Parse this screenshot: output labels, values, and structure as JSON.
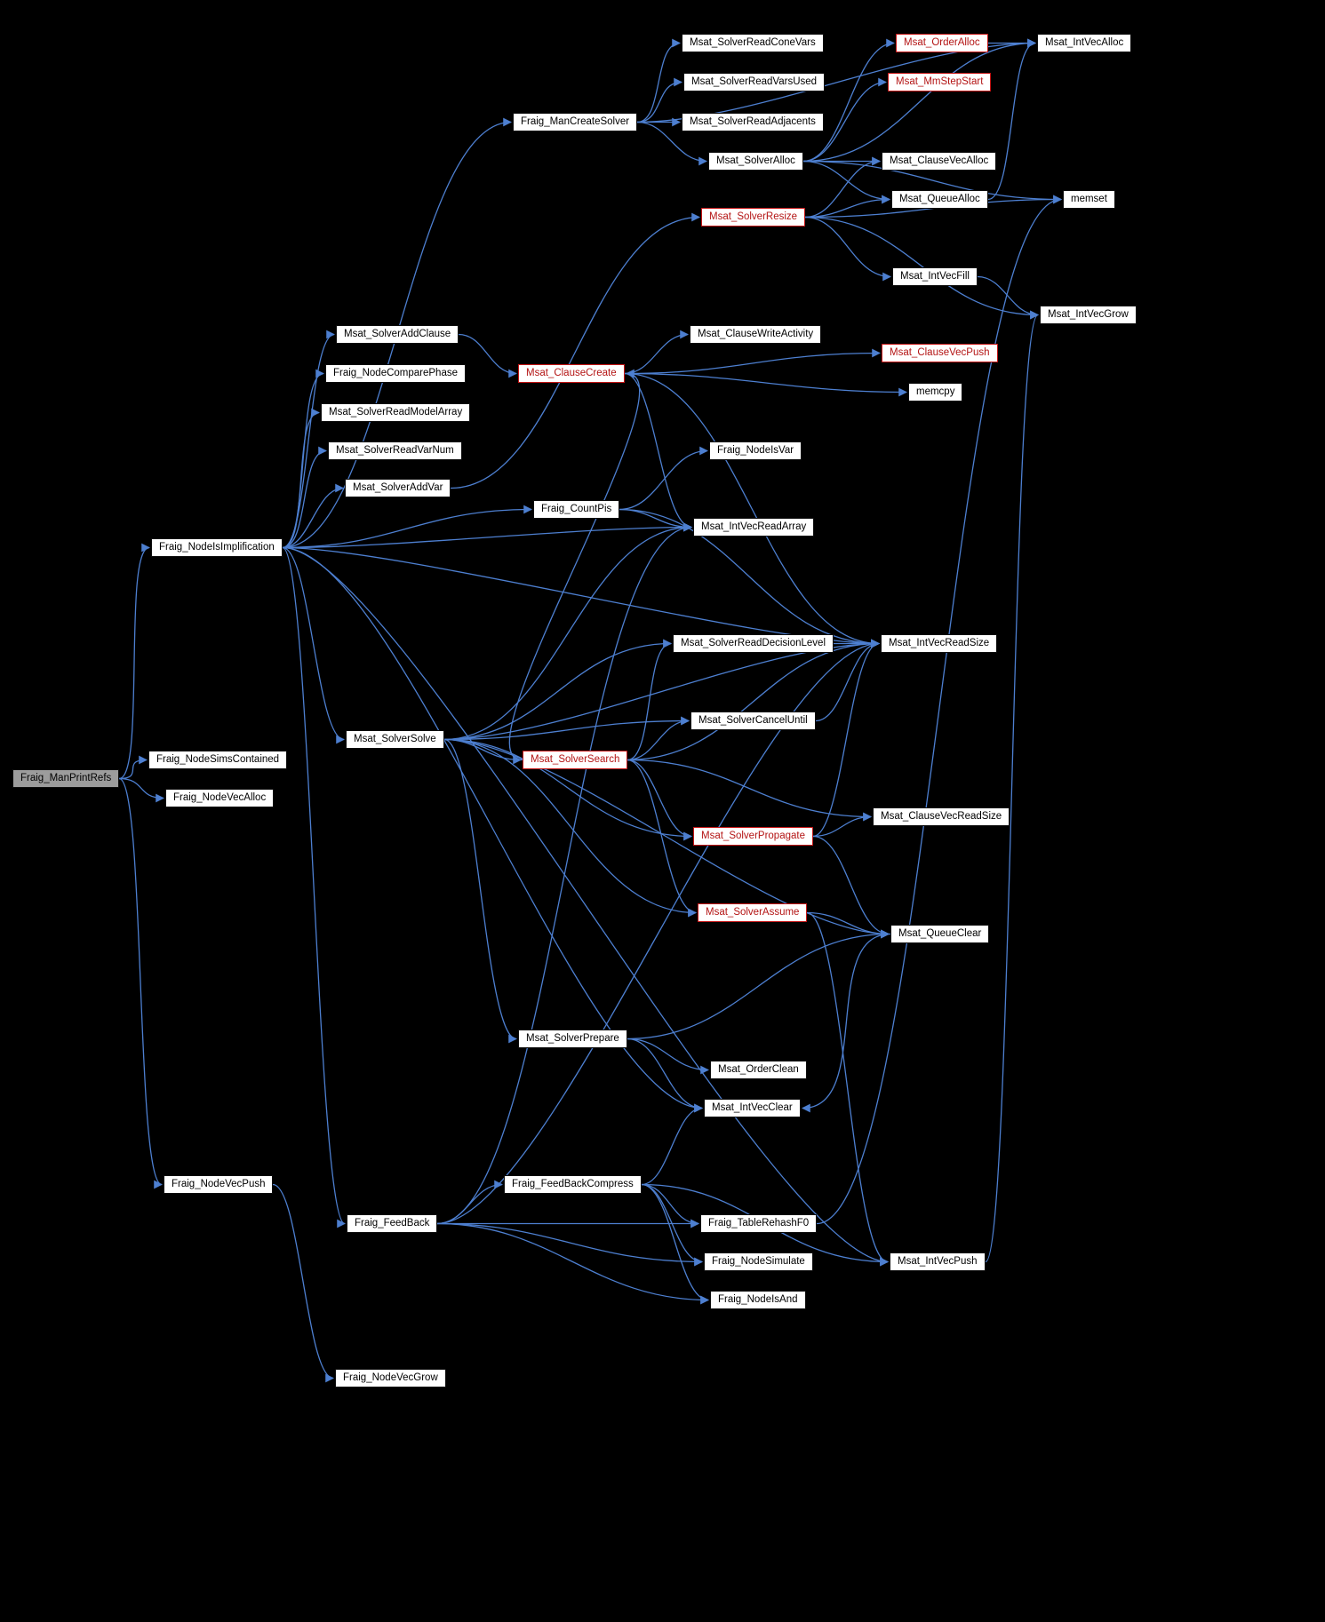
{
  "diagram": {
    "type": "call-graph",
    "root": "Fraig_ManPrintRefs",
    "colors": {
      "background": "#000000",
      "edge": "#4d7fd0",
      "node_fill": "#ffffff",
      "node_border": "#0c0c0c",
      "node_text": "#000000",
      "red_node": "#b41414",
      "root_fill": "#9c9c9c"
    },
    "nodes": [
      {
        "label": "Fraig_ManPrintRefs",
        "style": "root"
      },
      {
        "label": "Fraig_NodeIsImplification",
        "style": "normal"
      },
      {
        "label": "Fraig_NodeSimsContained",
        "style": "normal"
      },
      {
        "label": "Fraig_NodeVecAlloc",
        "style": "normal"
      },
      {
        "label": "Fraig_NodeVecPush",
        "style": "normal"
      },
      {
        "label": "Fraig_NodeVecGrow",
        "style": "normal"
      },
      {
        "label": "Fraig_ManCreateSolver",
        "style": "normal"
      },
      {
        "label": "Msat_SolverReadConeVars",
        "style": "normal"
      },
      {
        "label": "Msat_SolverReadVarsUsed",
        "style": "normal"
      },
      {
        "label": "Msat_SolverReadAdjacents",
        "style": "normal"
      },
      {
        "label": "Msat_SolverAlloc",
        "style": "normal"
      },
      {
        "label": "Msat_SolverResize",
        "style": "red"
      },
      {
        "label": "Msat_OrderAlloc",
        "style": "red"
      },
      {
        "label": "Msat_MmStepStart",
        "style": "red"
      },
      {
        "label": "Msat_IntVecAlloc",
        "style": "normal"
      },
      {
        "label": "Msat_ClauseVecAlloc",
        "style": "normal"
      },
      {
        "label": "Msat_QueueAlloc",
        "style": "normal"
      },
      {
        "label": "memset",
        "style": "normal"
      },
      {
        "label": "Msat_IntVecFill",
        "style": "normal"
      },
      {
        "label": "Msat_IntVecGrow",
        "style": "normal"
      },
      {
        "label": "Msat_SolverAddClause",
        "style": "normal"
      },
      {
        "label": "Fraig_NodeComparePhase",
        "style": "normal"
      },
      {
        "label": "Msat_SolverReadModelArray",
        "style": "normal"
      },
      {
        "label": "Msat_SolverReadVarNum",
        "style": "normal"
      },
      {
        "label": "Msat_SolverAddVar",
        "style": "normal"
      },
      {
        "label": "Fraig_CountPis",
        "style": "normal"
      },
      {
        "label": "Msat_ClauseWriteActivity",
        "style": "normal"
      },
      {
        "label": "Msat_ClauseVecPush",
        "style": "red"
      },
      {
        "label": "Msat_ClauseCreate",
        "style": "red"
      },
      {
        "label": "memcpy",
        "style": "normal"
      },
      {
        "label": "Fraig_NodeIsVar",
        "style": "normal"
      },
      {
        "label": "Msat_IntVecReadArray",
        "style": "normal"
      },
      {
        "label": "Msat_SolverReadDecisionLevel",
        "style": "normal"
      },
      {
        "label": "Msat_IntVecReadSize",
        "style": "normal"
      },
      {
        "label": "Msat_SolverCancelUntil",
        "style": "normal"
      },
      {
        "label": "Msat_SolverSearch",
        "style": "red"
      },
      {
        "label": "Msat_ClauseVecReadSize",
        "style": "normal"
      },
      {
        "label": "Msat_SolverPropagate",
        "style": "red"
      },
      {
        "label": "Msat_SolverAssume",
        "style": "red"
      },
      {
        "label": "Msat_QueueClear",
        "style": "normal"
      },
      {
        "label": "Msat_SolverPrepare",
        "style": "normal"
      },
      {
        "label": "Msat_OrderClean",
        "style": "normal"
      },
      {
        "label": "Msat_IntVecClear",
        "style": "normal"
      },
      {
        "label": "Fraig_FeedBackCompress",
        "style": "normal"
      },
      {
        "label": "Fraig_FeedBack",
        "style": "normal"
      },
      {
        "label": "Fraig_TableRehashF0",
        "style": "normal"
      },
      {
        "label": "Fraig_NodeSimulate",
        "style": "normal"
      },
      {
        "label": "Fraig_NodeIsAnd",
        "style": "normal"
      },
      {
        "label": "Msat_SolverSolve",
        "style": "normal"
      },
      {
        "label": "Msat_IntVecPush",
        "style": "normal"
      }
    ],
    "edges": [
      [
        "Fraig_ManPrintRefs",
        "Fraig_NodeIsImplification"
      ],
      [
        "Fraig_ManPrintRefs",
        "Fraig_NodeSimsContained"
      ],
      [
        "Fraig_ManPrintRefs",
        "Fraig_NodeVecAlloc"
      ],
      [
        "Fraig_ManPrintRefs",
        "Fraig_NodeVecPush"
      ],
      [
        "Fraig_NodeIsImplification",
        "Fraig_ManCreateSolver"
      ],
      [
        "Fraig_NodeIsImplification",
        "Msat_SolverAddClause"
      ],
      [
        "Fraig_NodeIsImplification",
        "Fraig_NodeComparePhase"
      ],
      [
        "Fraig_NodeIsImplification",
        "Msat_SolverReadModelArray"
      ],
      [
        "Fraig_NodeIsImplification",
        "Msat_SolverReadVarNum"
      ],
      [
        "Fraig_NodeIsImplification",
        "Msat_SolverAddVar"
      ],
      [
        "Fraig_NodeIsImplification",
        "Fraig_CountPis"
      ],
      [
        "Fraig_NodeIsImplification",
        "Msat_SolverSolve"
      ],
      [
        "Fraig_NodeIsImplification",
        "Msat_IntVecClear"
      ],
      [
        "Fraig_NodeIsImplification",
        "Msat_IntVecPush"
      ],
      [
        "Fraig_NodeIsImplification",
        "Fraig_FeedBack"
      ],
      [
        "Fraig_NodeIsImplification",
        "Msat_IntVecReadArray"
      ],
      [
        "Fraig_NodeIsImplification",
        "Msat_IntVecReadSize"
      ],
      [
        "Fraig_NodeVecPush",
        "Fraig_NodeVecGrow"
      ],
      [
        "Fraig_ManCreateSolver",
        "Msat_SolverReadConeVars"
      ],
      [
        "Fraig_ManCreateSolver",
        "Msat_SolverReadVarsUsed"
      ],
      [
        "Fraig_ManCreateSolver",
        "Msat_SolverReadAdjacents"
      ],
      [
        "Fraig_ManCreateSolver",
        "Msat_SolverAlloc"
      ],
      [
        "Fraig_ManCreateSolver",
        "Msat_IntVecAlloc"
      ],
      [
        "Msat_SolverAlloc",
        "Msat_OrderAlloc"
      ],
      [
        "Msat_SolverAlloc",
        "Msat_MmStepStart"
      ],
      [
        "Msat_SolverAlloc",
        "Msat_ClauseVecAlloc"
      ],
      [
        "Msat_SolverAlloc",
        "Msat_QueueAlloc"
      ],
      [
        "Msat_SolverAlloc",
        "Msat_IntVecAlloc"
      ],
      [
        "Msat_SolverAlloc",
        "memset"
      ],
      [
        "Msat_SolverAddVar",
        "Msat_SolverResize"
      ],
      [
        "Msat_SolverResize",
        "Msat_IntVecFill"
      ],
      [
        "Msat_SolverResize",
        "Msat_IntVecGrow"
      ],
      [
        "Msat_SolverResize",
        "Msat_QueueAlloc"
      ],
      [
        "Msat_SolverResize",
        "Msat_ClauseVecAlloc"
      ],
      [
        "Msat_SolverResize",
        "memset"
      ],
      [
        "Msat_OrderAlloc",
        "Msat_IntVecAlloc"
      ],
      [
        "Msat_QueueAlloc",
        "Msat_IntVecAlloc"
      ],
      [
        "Msat_SolverAddClause",
        "Msat_ClauseCreate"
      ],
      [
        "Msat_ClauseCreate",
        "Msat_ClauseWriteActivity"
      ],
      [
        "Msat_ClauseCreate",
        "Msat_ClauseVecPush"
      ],
      [
        "Msat_ClauseCreate",
        "memcpy"
      ],
      [
        "Msat_ClauseCreate",
        "Msat_IntVecReadSize"
      ],
      [
        "Msat_ClauseCreate",
        "Msat_IntVecReadArray"
      ],
      [
        "Fraig_CountPis",
        "Fraig_NodeIsVar"
      ],
      [
        "Fraig_CountPis",
        "Msat_IntVecReadArray"
      ],
      [
        "Fraig_CountPis",
        "Msat_IntVecReadSize"
      ],
      [
        "Msat_SolverSolve",
        "Msat_SolverPrepare"
      ],
      [
        "Msat_SolverSolve",
        "Msat_SolverSearch"
      ],
      [
        "Msat_SolverSolve",
        "Msat_SolverCancelUntil"
      ],
      [
        "Msat_SolverSolve",
        "Msat_SolverReadDecisionLevel"
      ],
      [
        "Msat_SolverSolve",
        "Msat_SolverAssume"
      ],
      [
        "Msat_SolverSolve",
        "Msat_SolverPropagate"
      ],
      [
        "Msat_SolverSolve",
        "Msat_QueueClear"
      ],
      [
        "Msat_SolverSolve",
        "Msat_IntVecReadSize"
      ],
      [
        "Msat_SolverSolve",
        "Msat_IntVecReadArray"
      ],
      [
        "Msat_SolverSearch",
        "Msat_SolverPropagate"
      ],
      [
        "Msat_SolverSearch",
        "Msat_SolverAssume"
      ],
      [
        "Msat_SolverSearch",
        "Msat_SolverCancelUntil"
      ],
      [
        "Msat_SolverSearch",
        "Msat_ClauseCreate"
      ],
      [
        "Msat_SolverSearch",
        "Msat_ClauseVecReadSize"
      ],
      [
        "Msat_SolverSearch",
        "Msat_IntVecReadSize"
      ],
      [
        "Msat_SolverSearch",
        "Msat_SolverReadDecisionLevel"
      ],
      [
        "Msat_SolverPropagate",
        "Msat_ClauseVecReadSize"
      ],
      [
        "Msat_SolverPropagate",
        "Msat_QueueClear"
      ],
      [
        "Msat_SolverPropagate",
        "Msat_IntVecReadSize"
      ],
      [
        "Msat_SolverAssume",
        "Msat_IntVecPush"
      ],
      [
        "Msat_SolverAssume",
        "Msat_QueueClear"
      ],
      [
        "Msat_SolverCancelUntil",
        "Msat_IntVecReadSize"
      ],
      [
        "Msat_SolverReadDecisionLevel",
        "Msat_IntVecReadSize"
      ],
      [
        "Msat_SolverPrepare",
        "Msat_OrderClean"
      ],
      [
        "Msat_SolverPrepare",
        "Msat_IntVecClear"
      ],
      [
        "Msat_SolverPrepare",
        "Msat_QueueClear"
      ],
      [
        "Fraig_FeedBack",
        "Fraig_FeedBackCompress"
      ],
      [
        "Fraig_FeedBack",
        "Fraig_TableRehashF0"
      ],
      [
        "Fraig_FeedBack",
        "Fraig_NodeSimulate"
      ],
      [
        "Fraig_FeedBack",
        "Fraig_NodeIsAnd"
      ],
      [
        "Fraig_FeedBack",
        "Msat_IntVecReadSize"
      ],
      [
        "Fraig_FeedBack",
        "Msat_IntVecReadArray"
      ],
      [
        "Fraig_FeedBackCompress",
        "Fraig_TableRehashF0"
      ],
      [
        "Fraig_FeedBackCompress",
        "Fraig_NodeSimulate"
      ],
      [
        "Fraig_FeedBackCompress",
        "Fraig_NodeIsAnd"
      ],
      [
        "Fraig_FeedBackCompress",
        "Msat_IntVecClear"
      ],
      [
        "Fraig_FeedBackCompress",
        "Msat_IntVecPush"
      ],
      [
        "Fraig_TableRehashF0",
        "memset"
      ],
      [
        "Msat_IntVecPush",
        "Msat_IntVecGrow"
      ],
      [
        "Msat_IntVecFill",
        "Msat_IntVecGrow"
      ],
      [
        "Msat_QueueClear",
        "Msat_IntVecClear"
      ]
    ]
  }
}
